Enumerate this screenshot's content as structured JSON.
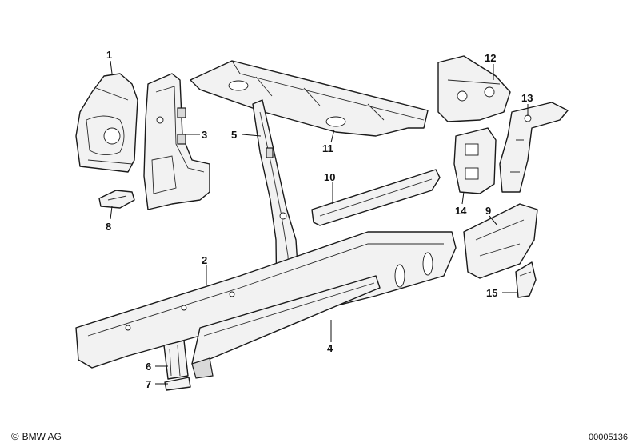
{
  "callouts": [
    {
      "id": "1",
      "label": "1"
    },
    {
      "id": "2",
      "label": "2"
    },
    {
      "id": "3",
      "label": "3"
    },
    {
      "id": "4",
      "label": "4"
    },
    {
      "id": "5",
      "label": "5"
    },
    {
      "id": "6",
      "label": "6"
    },
    {
      "id": "7",
      "label": "7"
    },
    {
      "id": "8",
      "label": "8"
    },
    {
      "id": "9",
      "label": "9"
    },
    {
      "id": "10",
      "label": "10"
    },
    {
      "id": "11",
      "label": "11"
    },
    {
      "id": "12",
      "label": "12"
    },
    {
      "id": "13",
      "label": "13"
    },
    {
      "id": "14",
      "label": "14"
    },
    {
      "id": "15",
      "label": "15"
    }
  ],
  "footer": {
    "copyright_symbol": "©",
    "brand": "BMW AG",
    "doc_id": "00005136"
  }
}
